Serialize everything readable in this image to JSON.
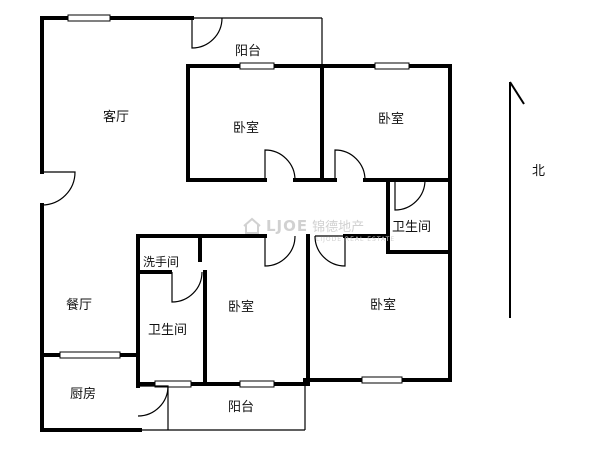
{
  "rooms": {
    "living": "客厅",
    "balcony_top": "阳台",
    "bedroom_top1": "卧室",
    "bedroom_top2": "卧室",
    "bathroom_right": "卫生间",
    "washroom": "洗手间",
    "dining": "餐厅",
    "bathroom_mid": "卫生间",
    "bedroom_bottom1": "卧室",
    "bedroom_bottom2": "卧室",
    "kitchen": "厨房",
    "balcony_bottom": "阳台"
  },
  "compass": {
    "north": "北"
  },
  "watermark": {
    "brand": "LJOE",
    "cn": "锦德地产",
    "sub": "LIJODE REAL ESTATE"
  },
  "colors": {
    "wall": "#000000",
    "background": "#ffffff",
    "watermark": "#c9c9c9"
  }
}
